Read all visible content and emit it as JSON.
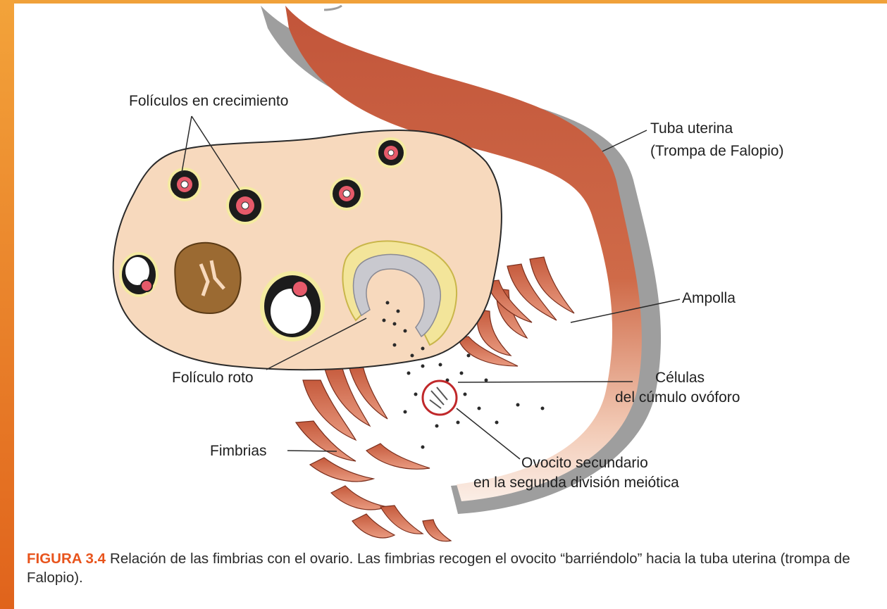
{
  "labels": {
    "growing_follicles": "Folículos en crecimiento",
    "uterine_tube_line1": "Tuba uterina",
    "uterine_tube_line2": "(Trompa de Falopio)",
    "ampulla": "Ampolla",
    "ruptured_follicle": "Folículo roto",
    "cumulus_line1": "Células",
    "cumulus_line2": "del cúmulo ovóforo",
    "fimbriae": "Fimbrias",
    "oocyte_line1": "Ovocito secundario",
    "oocyte_line2": "en la segunda división meiótica"
  },
  "caption": {
    "figure_label": "FIGURA 3.4",
    "text": "Relación de las fimbrias con el ovario. Las fimbrias recogen el ovocito “barriéndolo” hacia la tuba uterina (trompa de Falopio)."
  },
  "colors": {
    "accent_bar": "#f0a13a",
    "figure_label": "#e8541c",
    "ovary": "#f7d9bd",
    "tube": "#c85a3a",
    "follicle_ring": "#1c1c1c",
    "oocyte_circle": "#c0282a"
  }
}
